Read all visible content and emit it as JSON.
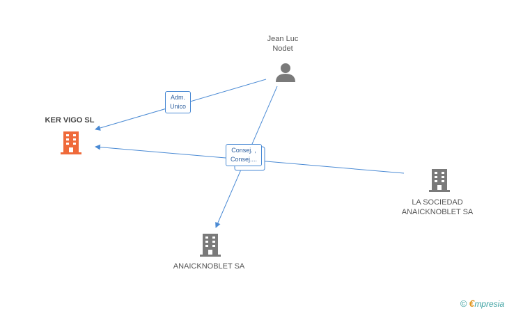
{
  "colors": {
    "edge": "#4a8ad4",
    "focus": "#ef6a3a",
    "node": "#7a7a7a"
  },
  "nodes": {
    "person": {
      "name_line1": "Jean Luc",
      "name_line2": "Nodet",
      "icon": "person-icon"
    },
    "kervigo": {
      "name": "KER VIGO SL",
      "icon": "building-icon"
    },
    "sociedad": {
      "name_line1": "LA SOCIEDAD",
      "name_line2": "ANAICKNOBLET SA",
      "icon": "building-icon"
    },
    "anaicknoblet": {
      "name": "ANAICKNOBLET SA",
      "icon": "building-icon"
    }
  },
  "edges": {
    "adm": {
      "line1": "Adm.",
      "line2": "Unico"
    },
    "consej": {
      "line1": "Consej. ,",
      "line2": "Consej...."
    }
  },
  "watermark": {
    "symbol": "©",
    "brand_initial": "€",
    "brand_rest": "mpresia"
  }
}
